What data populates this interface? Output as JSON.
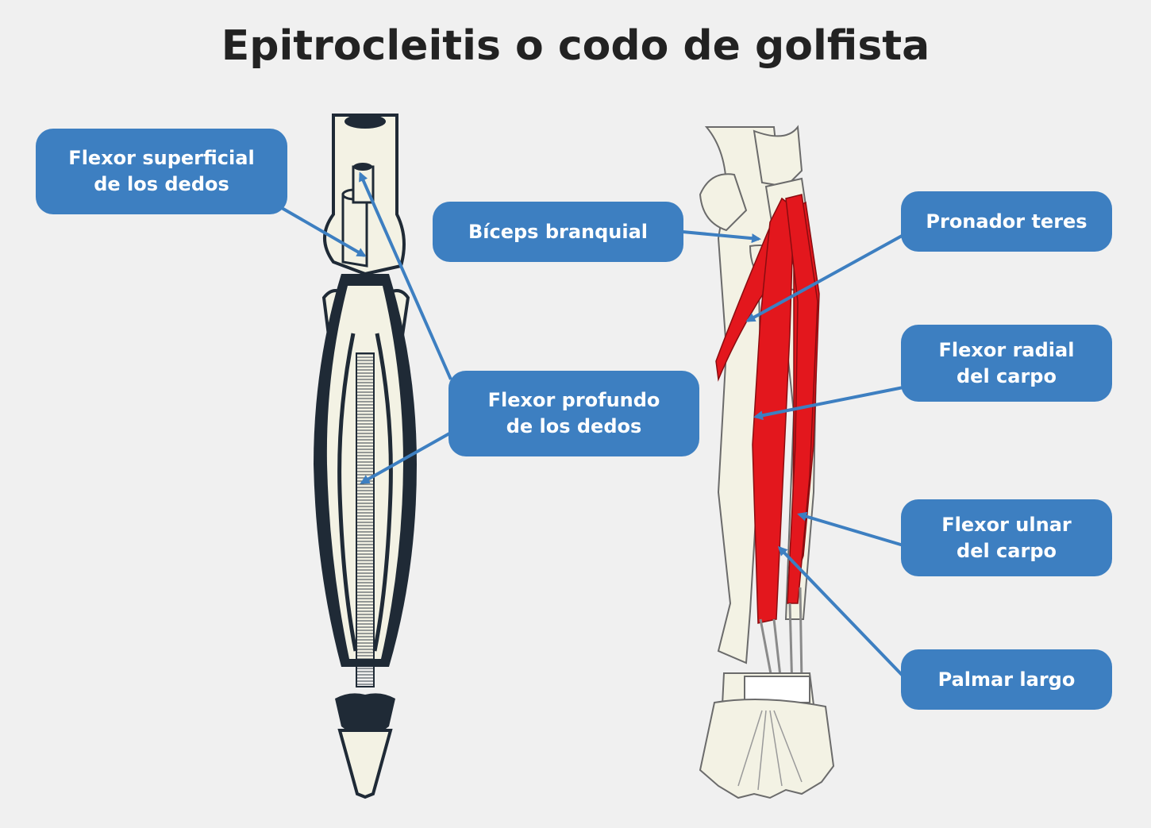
{
  "title": "Epitrocleitis o codo de golfista",
  "colors": {
    "background": "#f0f0f0",
    "label_fill": "#3d7fc1",
    "label_text": "#ffffff",
    "arrow": "#3d7fc1",
    "muscle": "#e3171d",
    "bone": "#f3f2e4",
    "outline": "#1f2a36"
  },
  "labels": {
    "flexor_superficial": "Flexor superficial\nde los dedos",
    "flexor_profundo": "Flexor profundo\nde los dedos",
    "biceps": "Bíceps branquial",
    "pronador": "Pronador teres",
    "flexor_radial": "Flexor radial\ndel carpo",
    "flexor_ulnar": "Flexor ulnar\ndel carpo",
    "palmar": "Palmar largo"
  }
}
